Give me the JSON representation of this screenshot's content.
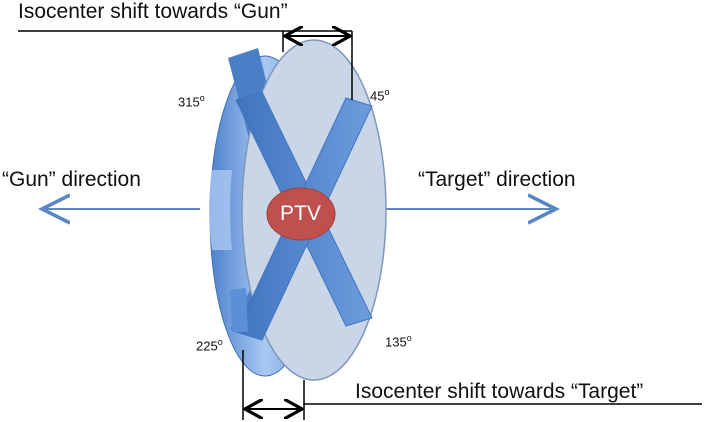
{
  "labels": {
    "shift_gun": "Isocenter shift towards “Gun”",
    "shift_target": "Isocenter shift towards “Target”",
    "gun_direction": "“Gun” direction",
    "target_direction": "“Target” direction",
    "ptv": "PTV"
  },
  "angles": {
    "a315": "315",
    "a45": "45",
    "a225": "225",
    "a135": "135",
    "degree_mark": "o"
  },
  "colors": {
    "disc_face": "#c9d6e8",
    "disc_edge_dark": "#4a7fc8",
    "disc_edge_light": "#a9c8f3",
    "beam": "#5b8fd6",
    "beam_dark": "#3f73bf",
    "ptv": "#c0504d",
    "arrow": "#5a86c4",
    "line": "#000000"
  }
}
